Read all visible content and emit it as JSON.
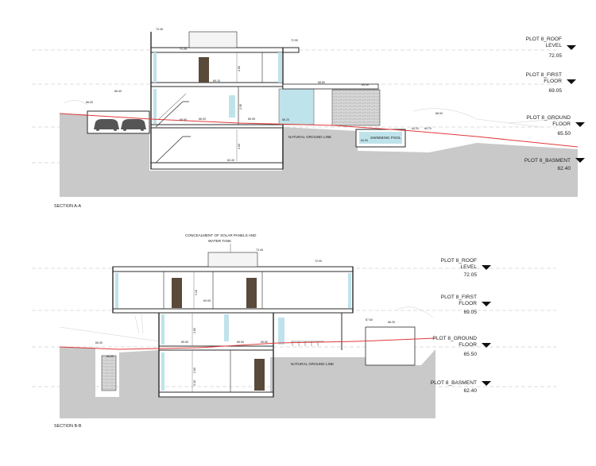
{
  "sections": [
    {
      "title": "SECTION A-A",
      "levels": [
        {
          "label_line1": "PLOT 8_ROOF",
          "label_line2": "LEVEL",
          "value": "72.05"
        },
        {
          "label_line1": "PLOT 8_FIRST",
          "label_line2": "FLOOR",
          "value": "69.05"
        },
        {
          "label_line1": "PLOT 8_GROUND",
          "label_line2": "FLOOR",
          "value": "65.50"
        },
        {
          "label_line1": "PLOT 8_BASMENT",
          "label_line2": "",
          "value": "62.40"
        }
      ],
      "annotations": {
        "natural_ground_line": "NATURAL GROUND LINE",
        "swimming_pool": "SWIMMING POOL"
      },
      "spot_levels": [
        "73.45",
        "72.90",
        "71.25",
        "69.10",
        "68.80",
        "69.40",
        "66.40",
        "66.00",
        "65.95",
        "66.20",
        "64.20",
        "64.70",
        "64.00",
        "62.40",
        "68.00",
        "65.50",
        "66.00"
      ],
      "dimensions": [
        "2.80",
        "2.95",
        "2.60"
      ]
    },
    {
      "title": "SECTION B-B",
      "levels": [
        {
          "label_line1": "PLOT 8_ROOF",
          "label_line2": "LEVEL",
          "value": "72.05"
        },
        {
          "label_line1": "PLOT 8_FIRST",
          "label_line2": "FLOOR",
          "value": "69.05"
        },
        {
          "label_line1": "PLOT 8_GROUND",
          "label_line2": "FLOOR",
          "value": "65.50"
        },
        {
          "label_line1": "PLOT 8_BASMENT",
          "label_line2": "",
          "value": "62.40"
        }
      ],
      "annotations": {
        "solar_line1": "CONCEALMENT OF SOLAR PANELS AND",
        "solar_line2": "WATER TANK",
        "natural_ground_line": "NATURAL GROUND LINE"
      },
      "spot_levels": [
        "73.45",
        "72.90",
        "69.05",
        "65.50",
        "65.50",
        "65.50",
        "65.90",
        "67.60",
        "66.25",
        "64.00"
      ],
      "dimensions": [
        "3.10",
        "2.80",
        "2.60",
        "0.30"
      ]
    }
  ],
  "colors": {
    "terrain": "#c9c9c9",
    "ground_line": "#e03a3a",
    "glass": "#bfe3ea",
    "structure": "#2a2a2a",
    "door": "#5a4a3a",
    "level_dash": "#bbbbbb"
  }
}
